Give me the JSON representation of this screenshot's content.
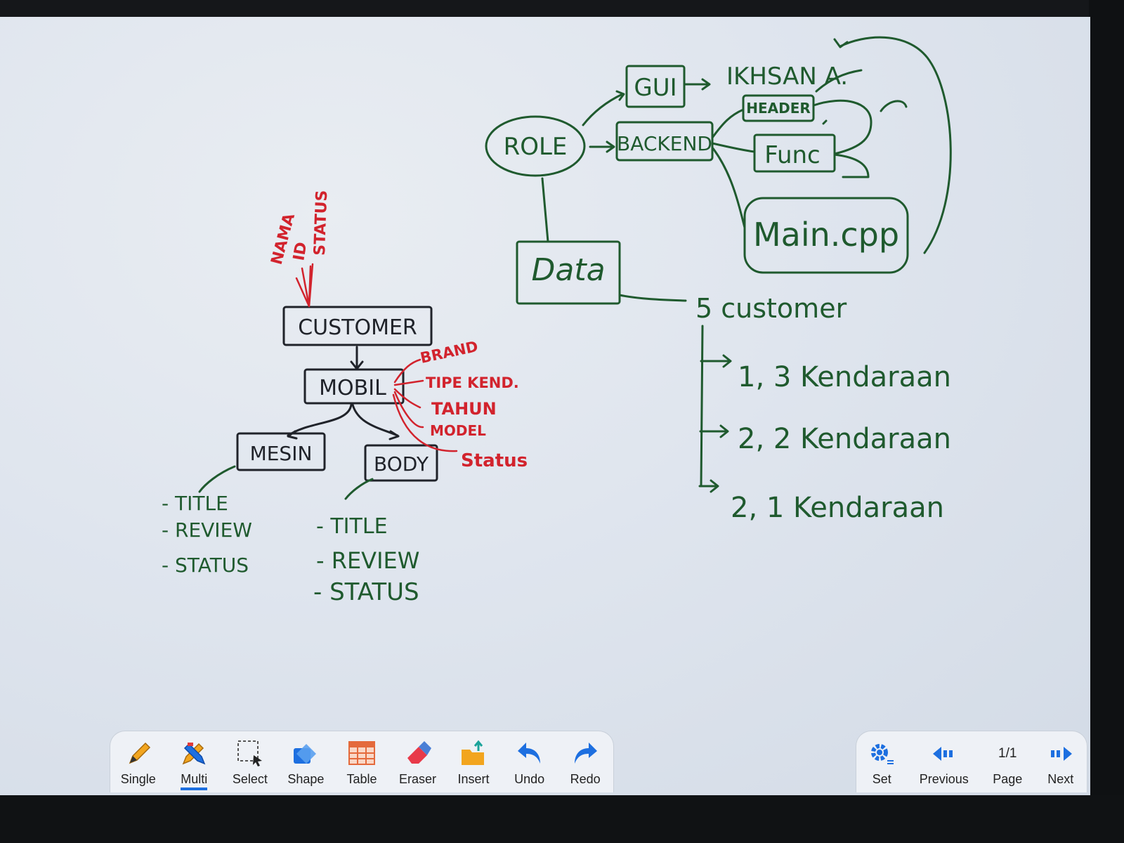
{
  "whiteboard": {
    "red_labels": {
      "nama": "NAMA",
      "id": "ID",
      "status": "STATUS",
      "brand": "BRAND",
      "tipe": "TIPE KEND.",
      "tahun": "TAHUN",
      "model": "MODEL",
      "status2": "Status"
    },
    "boxes": {
      "customer": "CUSTOMER",
      "mobil": "MOBIL",
      "mesin": "MESIN",
      "body": "BODY",
      "role": "ROLE",
      "gui": "GUI",
      "backend": "BACKEND",
      "header": "HEADER",
      "func": "Func",
      "main": "Main.cpp",
      "data": "Data"
    },
    "name_note": "IKHSAN A.",
    "mesin_fields": [
      "- TITLE",
      "- REVIEW",
      "- STATUS"
    ],
    "body_fields": [
      "- TITLE",
      "- REVIEW",
      "- STATUS"
    ],
    "customer_list_title": "5 customer",
    "customer_list": [
      "1, 3 Kendaraan",
      "2, 2 Kendaraan",
      "2, 1 Kendaraan"
    ]
  },
  "toolbar": {
    "tools": [
      {
        "label": "Single",
        "icon": "pen-icon"
      },
      {
        "label": "Multi",
        "icon": "multi-pen-icon"
      },
      {
        "label": "Select",
        "icon": "select-icon"
      },
      {
        "label": "Shape",
        "icon": "shape-icon"
      },
      {
        "label": "Table",
        "icon": "table-icon"
      },
      {
        "label": "Eraser",
        "icon": "eraser-icon"
      },
      {
        "label": "Insert",
        "icon": "insert-icon"
      },
      {
        "label": "Undo",
        "icon": "undo-icon"
      },
      {
        "label": "Redo",
        "icon": "redo-icon"
      }
    ],
    "active": "Multi"
  },
  "pagebar": {
    "set_label": "Set",
    "previous_label": "Previous",
    "page_value": "1/1",
    "page_label": "Page",
    "next_label": "Next"
  },
  "colors": {
    "green_ink": "#1f5a2e",
    "red_ink": "#d2232d",
    "black_ink": "#20232a",
    "accent": "#1d6fe0"
  }
}
